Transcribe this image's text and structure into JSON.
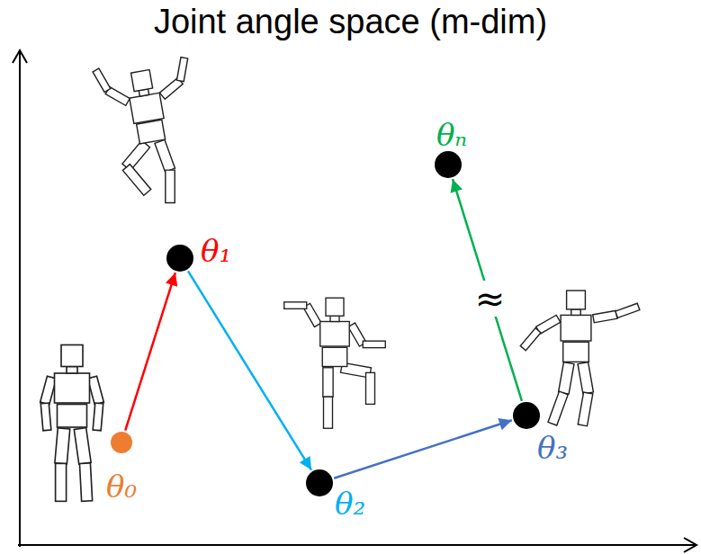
{
  "diagram": {
    "title": "Joint angle space (m-dim)",
    "nodes": [
      {
        "text": [
          "θ₀"
        ]
      },
      {
        "text": [
          "θ₁"
        ]
      },
      {
        "text": [
          "θ₂"
        ]
      },
      {
        "text": [
          "θ₃"
        ]
      },
      {
        "text": [
          "θₙ"
        ]
      }
    ],
    "edges": [
      {
        "from": 0,
        "to": 1,
        "arrow": "to"
      },
      {
        "from": 1,
        "to": 2,
        "arrow": "to"
      },
      {
        "from": 2,
        "to": 3,
        "arrow": "to"
      },
      {
        "from": 3,
        "to": 4,
        "arrow": "to"
      }
    ],
    "labels": [
      "≈"
    ]
  }
}
